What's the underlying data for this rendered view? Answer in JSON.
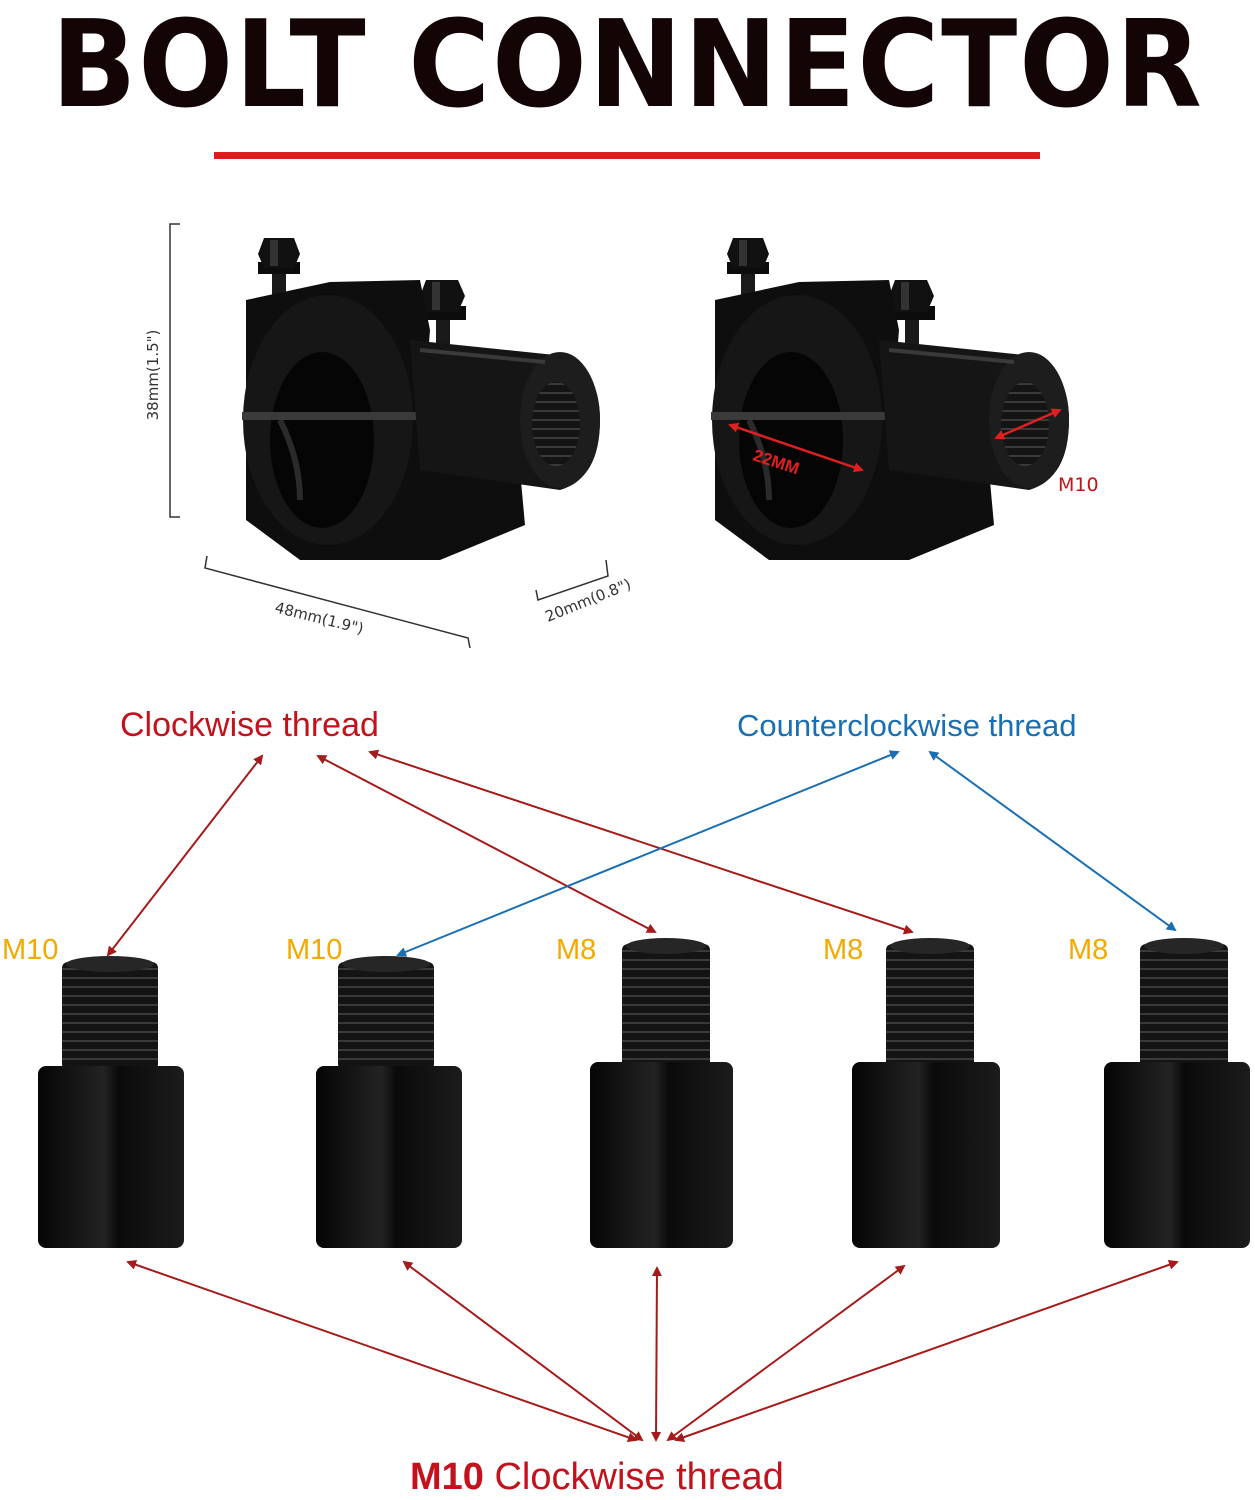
{
  "title": "BOLT CONNECTOR",
  "dimensions": {
    "height": "38mm(1.5\")",
    "width": "48mm(1.9\")",
    "depth": "20mm(0.8\")",
    "bore": "22MM",
    "thread": "M10"
  },
  "thread_labels": {
    "clockwise": "Clockwise thread",
    "counterclockwise": "Counterclockwise thread",
    "bottom_size": "M10",
    "bottom_text": "Clockwise thread"
  },
  "adapters": [
    {
      "size": "M10"
    },
    {
      "size": "M10"
    },
    {
      "size": "M8"
    },
    {
      "size": "M8"
    },
    {
      "size": "M8"
    }
  ],
  "colors": {
    "title": "#130406",
    "accent_red": "#e01b1b",
    "arrow_red": "#a51a1a",
    "arrow_blue": "#1a6fb3",
    "size_yellow": "#f2a900"
  }
}
